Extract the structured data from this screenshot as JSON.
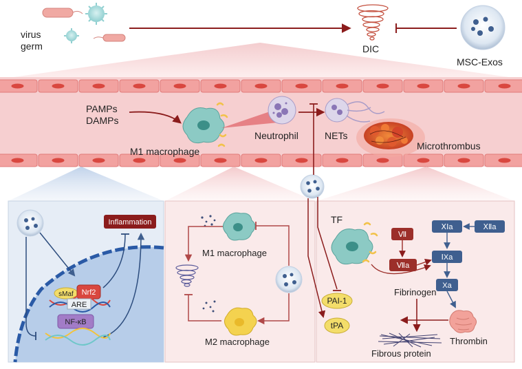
{
  "top": {
    "virus": "virus",
    "germ": "germ",
    "dic": "DIC",
    "exos": "MSC-Exos"
  },
  "vessel": {
    "pamps": "PAMPs",
    "damps": "DAMPs",
    "m1": "M1  macrophage",
    "neutrophil": "Neutrophil",
    "nets": "NETs",
    "microthrombus": "Microthrombus"
  },
  "left_panel": {
    "inflammation": "Inflammation",
    "smaf": "sMaf",
    "nrf2": "Nrf2",
    "are": "ARE",
    "nfkb": "NF-κB"
  },
  "mid_panel": {
    "m1": "M1 macrophage",
    "m2": "M2 macrophage"
  },
  "right_panel": {
    "tf": "TF",
    "f7": "Ⅶ",
    "f7a": "Ⅶa",
    "f11a": "ⅩⅠa",
    "f12a": "ⅩⅡa",
    "f9a": "ⅠXa",
    "xa": "Xa",
    "fibrinogen": "Fibrinogen",
    "thrombin": "Thrombin",
    "fibrous": "Fibrous protein"
  },
  "factors": {
    "pai1": "PAI-1",
    "tpa": "tPA"
  },
  "colors": {
    "dark_red": "#8b1c1c",
    "blood_pink": "#f6cfd0",
    "endothelial": "#f2a2a0",
    "nucleus": "#d9473f",
    "nav_blue": "#3f5f8f",
    "factor_red": "#9c2f2a",
    "factor_yellow": "#f3dd6a"
  }
}
